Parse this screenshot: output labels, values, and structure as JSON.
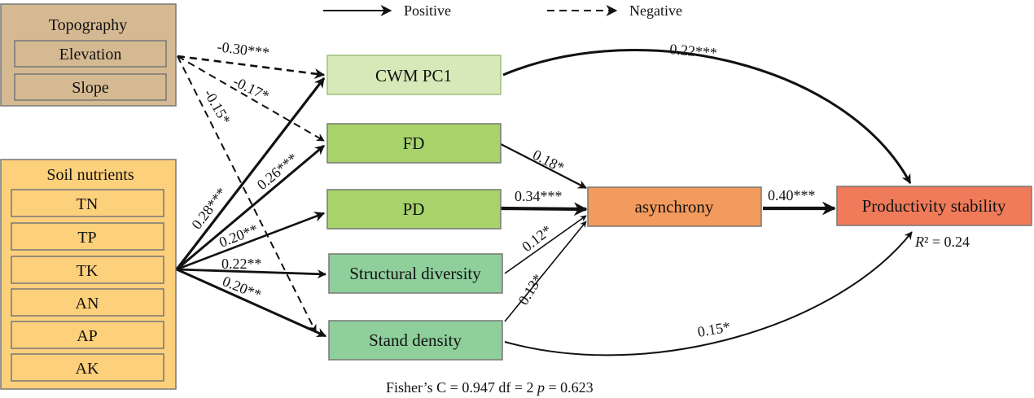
{
  "legend": {
    "positive": "Positive",
    "negative": "Negative"
  },
  "groups": {
    "topography": {
      "title": "Topography",
      "items": [
        "Elevation",
        "Slope"
      ]
    },
    "soil": {
      "title": "Soil nutrients",
      "items": [
        "TN",
        "TP",
        "TK",
        "AN",
        "AP",
        "AK"
      ]
    }
  },
  "nodes": {
    "cwm": "CWM PC1",
    "fd": "FD",
    "pd": "PD",
    "sdiv": "Structural diversity",
    "sden": "Stand density",
    "asyn": "asynchrony",
    "prod": "Productivity stability"
  },
  "r2": {
    "prefix": "R",
    "text": "² = 0.24"
  },
  "paths": {
    "topo_cwm": "-0.30***",
    "topo_fd": "-0.17*",
    "topo_sden": "-0.15*",
    "soil_cwm": "0.28***",
    "soil_fd": "0.26***",
    "soil_pd": "0.20**",
    "soil_sdiv": "0.22**",
    "soil_sden": "0.20**",
    "cwm_prod": "0.22***",
    "fd_asyn": "0.18*",
    "pd_asyn": "0.34***",
    "sdiv_asyn": "0.12*",
    "sden_asyn": "0.13*",
    "asyn_prod": "0.40***",
    "sden_prod": "0.15*"
  },
  "fit": {
    "prefix": "Fisher’s C = 0.947  df = 2  ",
    "p": "p",
    "suffix": " = 0.623"
  },
  "colors": {
    "topography": "#d5b992",
    "soil": "#fdd07c",
    "cwm": "#d7e9b8",
    "fd_pd": "#a8d36b",
    "sdiv_sden": "#8fcf9c",
    "asyn": "#f39a5d",
    "prod": "#ef7b5a"
  }
}
